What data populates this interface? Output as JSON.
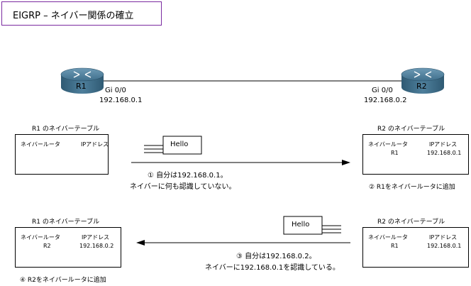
{
  "title": "EIGRP – ネイバー関係の確立",
  "routers": {
    "r1": {
      "name": "R1",
      "interface": "Gi 0/0",
      "ip": "192.168.0.1"
    },
    "r2": {
      "name": "R2",
      "interface": "Gi 0/0",
      "ip": "192.168.0.2"
    }
  },
  "step1": {
    "left_table": {
      "caption": "R1 のネイバーテーブル",
      "col1": "ネイバールータ",
      "col2": "IPアドレス"
    },
    "right_table": {
      "caption": "R2 のネイバーテーブル",
      "col1": "ネイバールータ",
      "col2": "IPアドレス",
      "row_router": "R1",
      "row_ip": "192.168.0.1"
    },
    "packet": "Hello",
    "note_line1": "① 自分は192.168.0.1。",
    "note_line2": "ネイバーに何も認識していない。",
    "right_note": "② R1をネイバールータに追加"
  },
  "step2": {
    "left_table": {
      "caption": "R1 のネイバーテーブル",
      "col1": "ネイバールータ",
      "col2": "IPアドレス",
      "row_router": "R2",
      "row_ip": "192.168.0.2"
    },
    "right_table": {
      "caption": "R2 のネイバーテーブル",
      "col1": "ネイバールータ",
      "col2": "IPアドレス",
      "row_router": "R1",
      "row_ip": "192.168.0.1"
    },
    "packet": "Hello",
    "note_line1": "③ 自分は192.168.0.2。",
    "note_line2": "ネイバーに192.168.0.1を認識している。",
    "left_note": "④ R2をネイバールータに追加"
  },
  "colors": {
    "title_border": "#7a2aa0",
    "router_body": "#3f6f8c"
  }
}
